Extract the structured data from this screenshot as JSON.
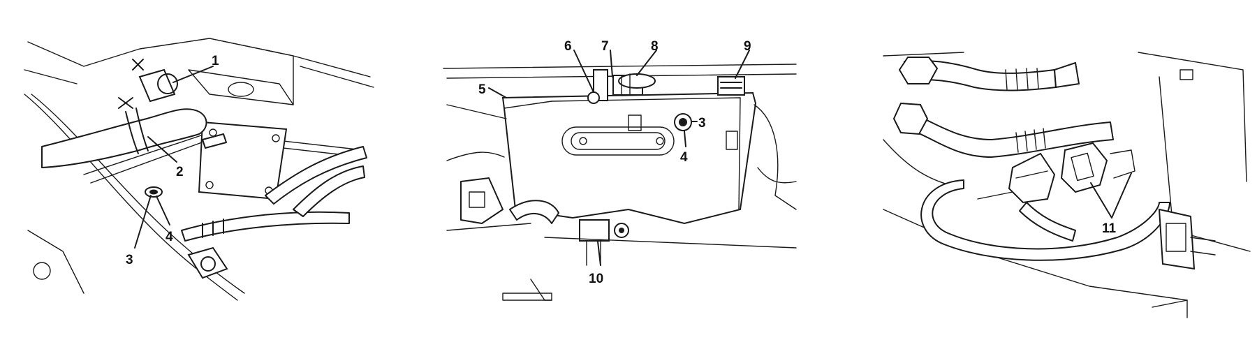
{
  "colors": {
    "line": "#1a1a1a",
    "background": "#ffffff"
  },
  "panels": [
    {
      "name": "left",
      "callouts": [
        "1",
        "2",
        "3",
        "4"
      ]
    },
    {
      "name": "center",
      "callouts": [
        "5",
        "6",
        "7",
        "8",
        "9",
        "3",
        "4",
        "10"
      ]
    },
    {
      "name": "right",
      "callouts": [
        "11"
      ]
    }
  ]
}
